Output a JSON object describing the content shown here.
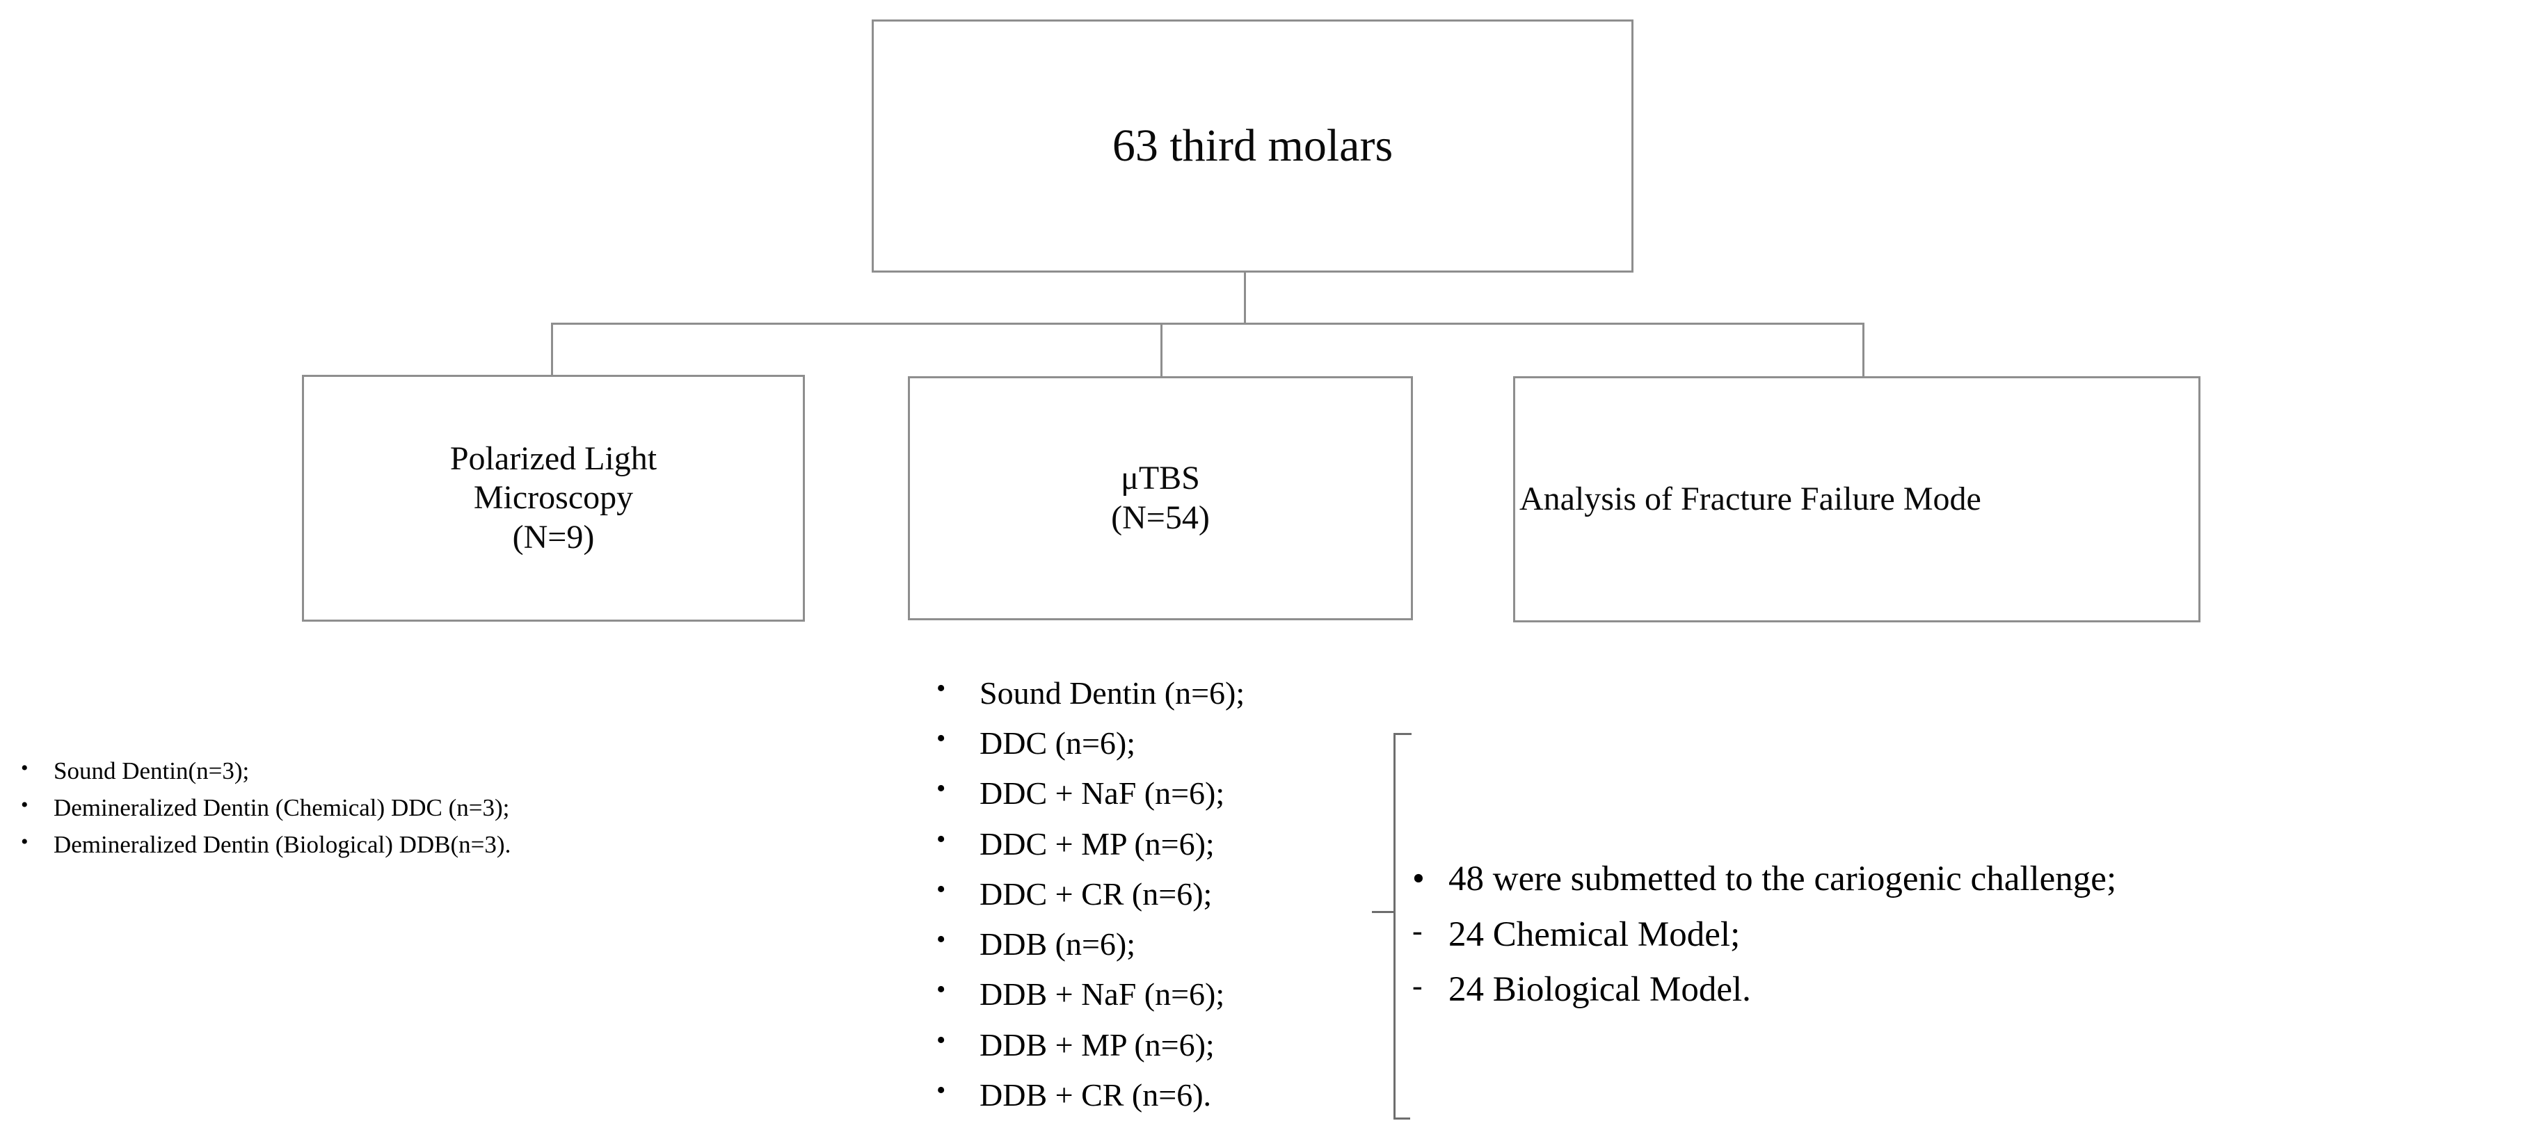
{
  "diagram": {
    "type": "flowchart",
    "root": {
      "label": "63 third molars"
    },
    "branches": [
      {
        "label": "Polarized Light\nMicroscopy\n(N=9)"
      },
      {
        "label": "μTBS\n(N=54)"
      },
      {
        "label": "Analysis of Fracture Failure Mode"
      }
    ],
    "plm_groups": {
      "bullet_char": "•",
      "items": [
        "Sound Dentin(n=3);",
        "Demineralized Dentin (Chemical) DDC (n=3);",
        "Demineralized Dentin (Biological) DDB(n=3)."
      ]
    },
    "utbs_groups": {
      "bullet_char": "•",
      "items": [
        "Sound Dentin (n=6);",
        "DDC (n=6);",
        "DDC + NaF (n=6);",
        "DDC + MP (n=6);",
        "DDC + CR (n=6);",
        "DDB (n=6);",
        "DDB + NaF (n=6);",
        "DDB + MP (n=6);",
        "DDB + CR (n=6)."
      ]
    },
    "summary": {
      "bullet_char": "•",
      "dash_char": "-",
      "lines": [
        "48 were submetted to the cariogenic challenge;",
        "24 Chemical Model;",
        "24 Biological Model."
      ]
    },
    "colors": {
      "box_border": "#8e8e8e",
      "connector": "#8e8e8e",
      "brace": "#6e6e6e",
      "text": "#0a0a0a",
      "background": "#ffffff"
    }
  }
}
